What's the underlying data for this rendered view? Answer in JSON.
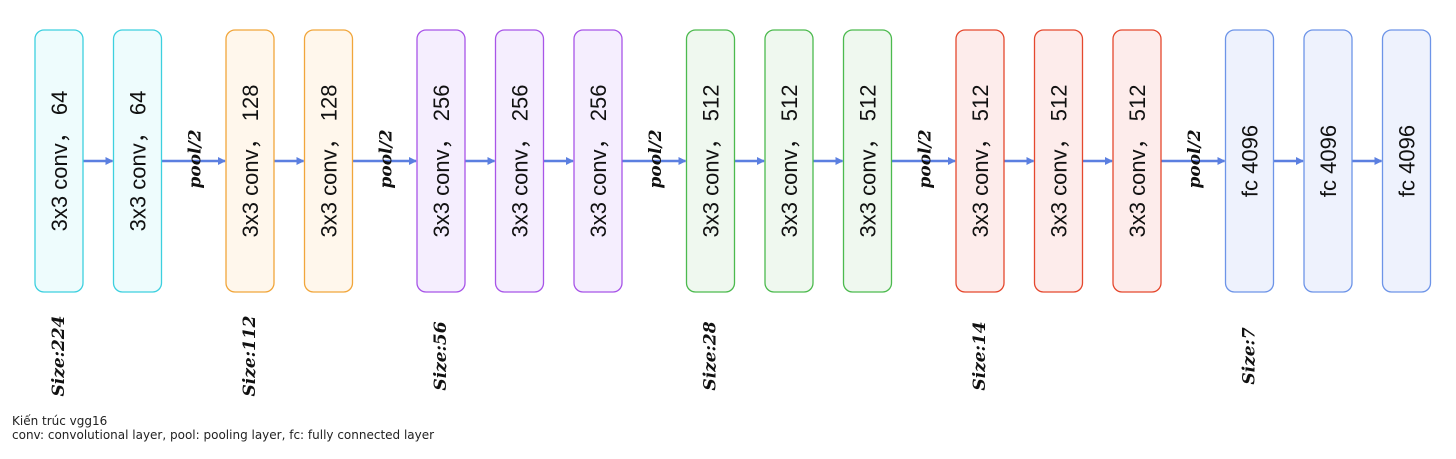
{
  "diagram": {
    "arrow_color": "#5b7fe0",
    "groups": [
      {
        "stroke": "#3dd0df",
        "fill": "#eefcfd",
        "size_label": "Size:224",
        "layers": [
          "3x3 conv， 64",
          "3x3 conv， 64"
        ]
      },
      {
        "stroke": "#f1a63b",
        "fill": "#fff7ec",
        "size_label": "Size:112",
        "layers": [
          "3x3 conv， 128",
          "3x3 conv， 128"
        ]
      },
      {
        "stroke": "#a855e8",
        "fill": "#f5eefe",
        "size_label": "Size:56",
        "layers": [
          "3x3 conv， 256",
          "3x3 conv， 256",
          "3x3 conv， 256"
        ]
      },
      {
        "stroke": "#4cba4e",
        "fill": "#eff8ef",
        "size_label": "Size:28",
        "layers": [
          "3x3 conv， 512",
          "3x3 conv， 512",
          "3x3 conv， 512"
        ]
      },
      {
        "stroke": "#e5482e",
        "fill": "#fdeceb",
        "size_label": "Size:14",
        "layers": [
          "3x3 conv， 512",
          "3x3 conv， 512",
          "3x3 conv， 512"
        ]
      },
      {
        "stroke": "#6d94e8",
        "fill": "#eef2fd",
        "size_label": "Size:7",
        "layers": [
          "fc 4096",
          "fc 4096",
          "fc 4096"
        ]
      }
    ],
    "pool_labels": [
      "pool/2",
      "pool/2",
      "pool/2",
      "pool/2",
      "pool/2"
    ]
  },
  "caption": {
    "line1": "Kiến trúc vgg16",
    "line2": "conv: convolutional layer, pool: pooling layer, fc: fully connected layer"
  }
}
